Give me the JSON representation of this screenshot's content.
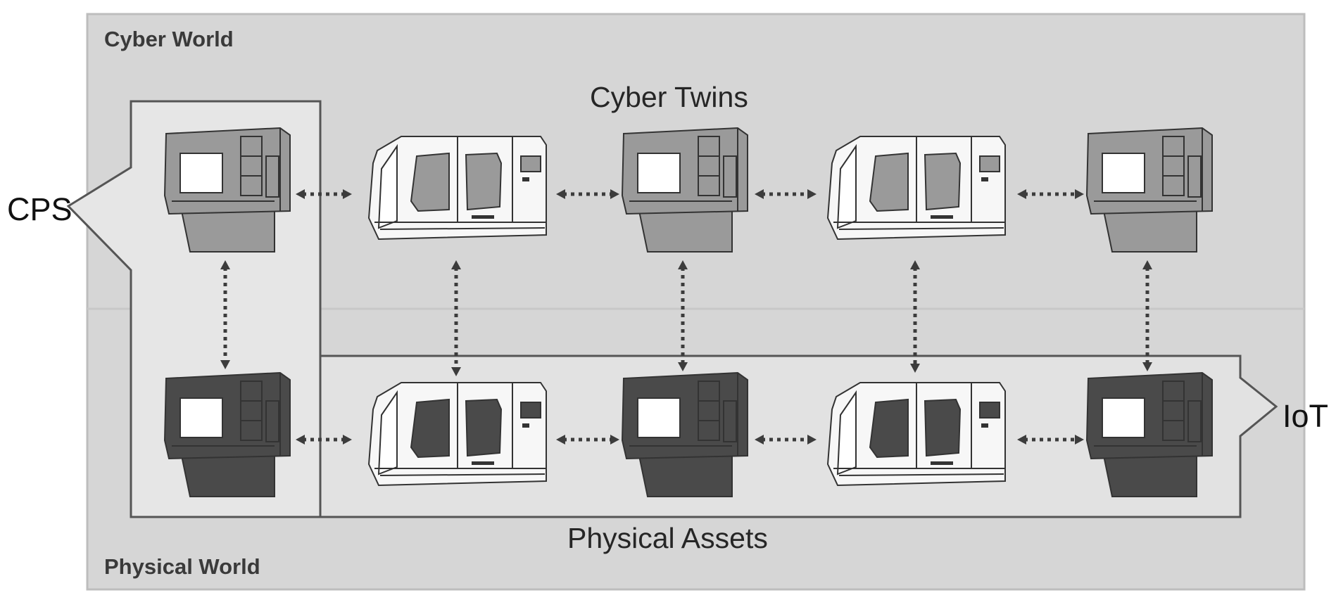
{
  "labels": {
    "cyber_world": "Cyber World",
    "physical_world": "Physical World",
    "cyber_twins": "Cyber Twins",
    "physical_assets": "Physical Assets",
    "cps": "CPS",
    "iot": "IoT"
  },
  "machines": {
    "cyber_row": [
      "lathe",
      "mill",
      "lathe",
      "mill",
      "lathe"
    ],
    "physical_row": [
      "lathe",
      "mill",
      "lathe",
      "mill",
      "lathe"
    ]
  },
  "colors": {
    "outer_background": "#d6d6d6",
    "cps_box": "#e6e6e6",
    "iot_box": "#e2e2e2",
    "cyber_machine": "#9a9a9a",
    "physical_machine": "#4a4a4a",
    "mill_body": "#f7f7f7",
    "arrow": "#3c3c3c"
  }
}
